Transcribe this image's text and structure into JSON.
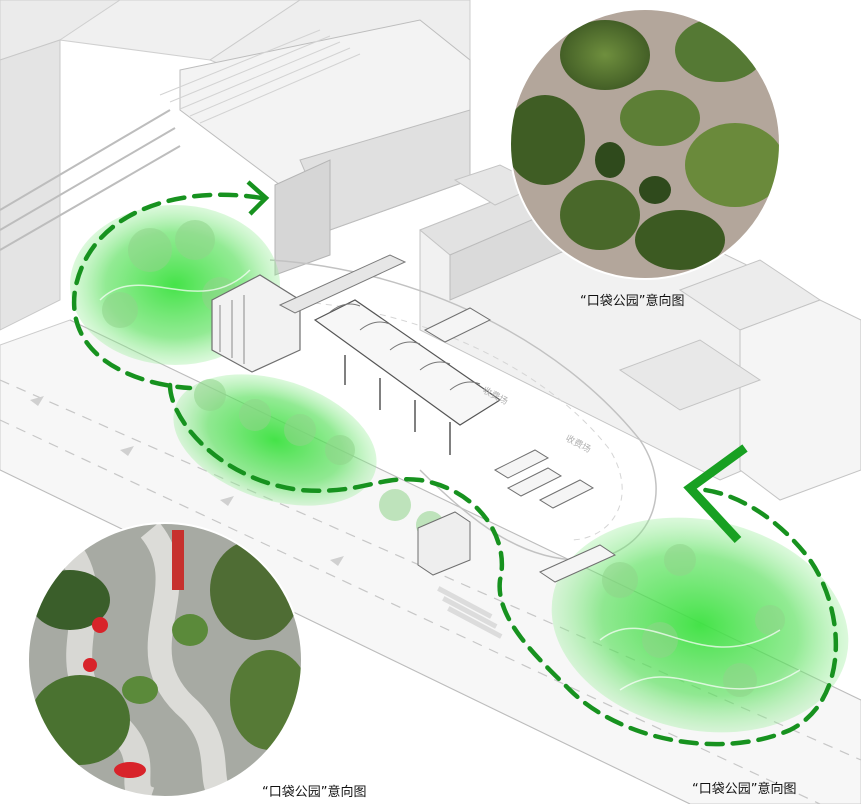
{
  "captions": {
    "top_right": "“口袋公园”意向图",
    "bottom_left": "“口袋公园”意向图",
    "bottom_right": "“口袋公园”意向图"
  },
  "signs": {
    "road_marking_1": "收费场",
    "road_marking_2": "收费场"
  },
  "colors": {
    "highlight_green": "#22c32a",
    "dashed_outline": "#17921f",
    "building_gray": "#e6e6e6",
    "line_gray": "#b5b5b5"
  }
}
